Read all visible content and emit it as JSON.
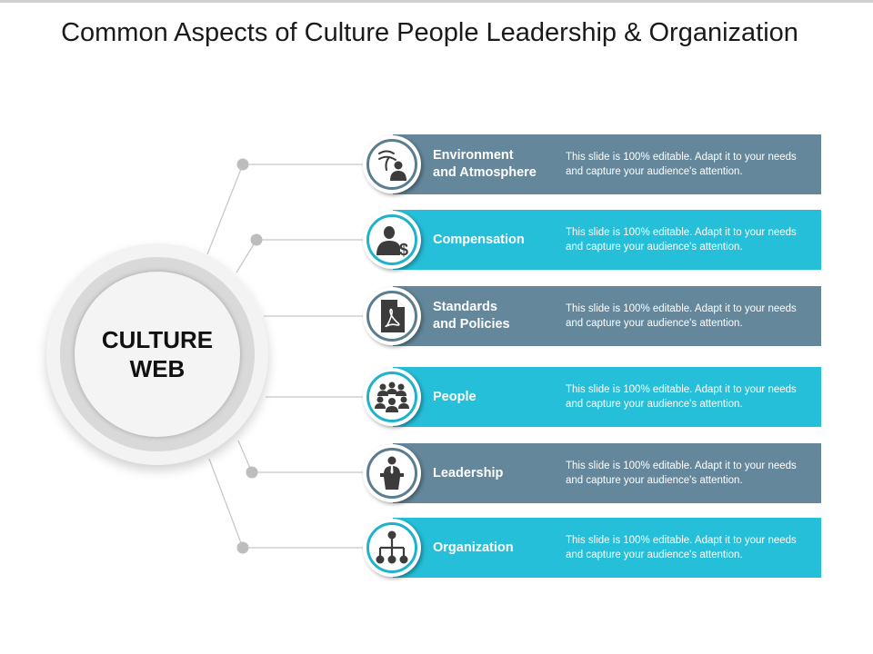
{
  "title": "Common Aspects of Culture People Leadership & Organization",
  "hub": {
    "label": "CULTURE WEB"
  },
  "colors": {
    "slate": "#64879b",
    "cyan": "#25bfd9",
    "connector": "#c8c8c8",
    "dot": "#bdbdbd"
  },
  "items": [
    {
      "title": "Environment\nand Atmosphere",
      "description": "This slide is 100% editable. Adapt it to your needs and capture your audience's attention.",
      "icon": "environment-icon",
      "color": "slate"
    },
    {
      "title": "Compensation",
      "description": "This slide is 100% editable. Adapt it to your needs and capture your audience's attention.",
      "icon": "compensation-icon",
      "color": "cyan"
    },
    {
      "title": "Standards\n and Policies",
      "description": "This slide is 100% editable. Adapt it to your needs and capture your audience's attention.",
      "icon": "document-icon",
      "color": "slate"
    },
    {
      "title": " People",
      "description": "This slide is 100% editable. Adapt it to your needs and capture your audience's attention.",
      "icon": "people-group-icon",
      "color": "cyan"
    },
    {
      "title": "Leadership",
      "description": "This slide is 100% editable. Adapt it to your needs and capture your audience's attention.",
      "icon": "podium-speaker-icon",
      "color": "slate"
    },
    {
      "title": "Organization",
      "description": "This slide is 100% editable. Adapt it to your needs and capture your audience's attention.",
      "icon": "org-chart-icon",
      "color": "cyan"
    }
  ]
}
